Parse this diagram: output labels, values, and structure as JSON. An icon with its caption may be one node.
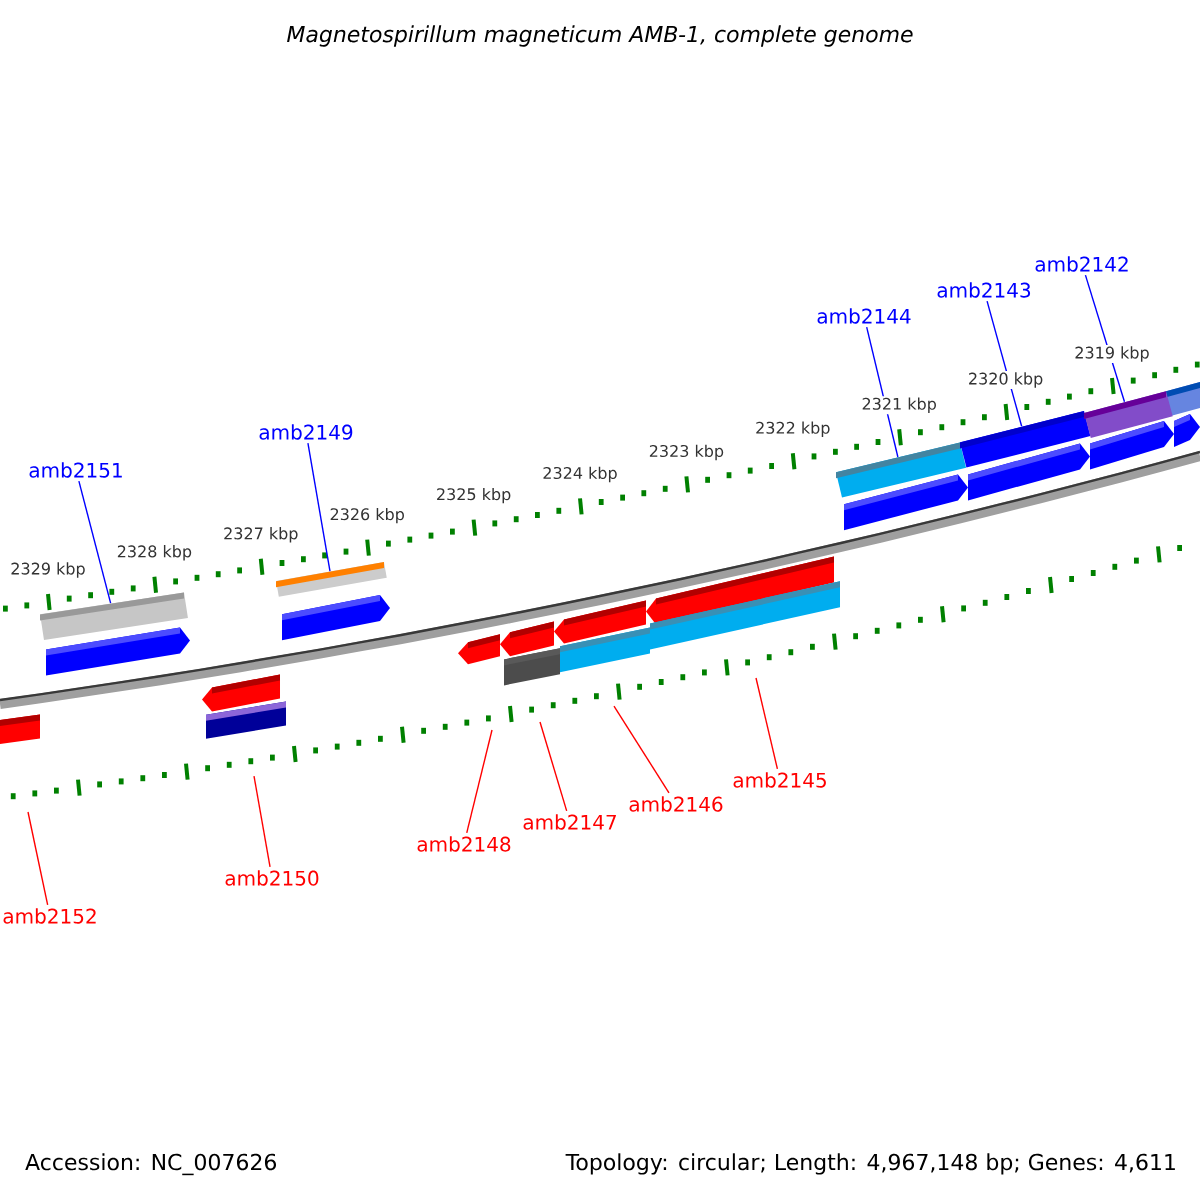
{
  "diagram": {
    "title": "Magnetospirillum magneticum AMB-1, complete genome",
    "nodes": [
      {
        "text": [
          "amb2151"
        ]
      },
      {
        "text": [
          "amb2149"
        ]
      },
      {
        "text": [
          "amb2144"
        ]
      },
      {
        "text": [
          "amb2143"
        ]
      },
      {
        "text": [
          "amb2142"
        ]
      },
      {
        "text": [
          "amb2152"
        ]
      },
      {
        "text": [
          "amb2150"
        ]
      },
      {
        "text": [
          "amb2148"
        ]
      },
      {
        "text": [
          "amb2147"
        ]
      },
      {
        "text": [
          "amb2146"
        ]
      },
      {
        "text": [
          "amb2145"
        ]
      },
      {
        "text": [],
        "shape": "bar"
      },
      {
        "text": [],
        "shape": "bar"
      },
      {
        "text": [],
        "shape": "bar"
      },
      {
        "text": [],
        "shape": "bar"
      },
      {
        "text": [],
        "shape": "bar"
      }
    ],
    "edges": [
      {
        "from": 0,
        "to": 11,
        "arrow": "none",
        "color": "#0000ff"
      },
      {
        "from": 1,
        "to": 12,
        "arrow": "none",
        "color": "#0000ff"
      },
      {
        "from": 2,
        "to": 13,
        "arrow": "none",
        "color": "#0000ff"
      },
      {
        "from": 3,
        "to": 14,
        "arrow": "none",
        "color": "#0000ff"
      },
      {
        "from": 4,
        "to": 15,
        "arrow": "none",
        "color": "#0000ff"
      },
      {
        "from": 5,
        "to": null,
        "arrow": "none"
      },
      {
        "from": 6,
        "to": null,
        "arrow": "none"
      },
      {
        "from": 7,
        "to": null,
        "arrow": "none"
      },
      {
        "from": 8,
        "to": null,
        "arrow": "none"
      },
      {
        "from": 9,
        "to": null,
        "arrow": "none"
      },
      {
        "from": 10,
        "to": null,
        "arrow": "none"
      }
    ],
    "labels": [
      "2329 kbp",
      "2328 kbp",
      "2327 kbp",
      "2326 kbp",
      "2325 kbp",
      "2324 kbp",
      "2323 kbp",
      "2322 kbp",
      "2321 kbp",
      "2320 kbp",
      "2319 kbp",
      "Accession: NC_007626",
      "Topology: circular; Length: 4,967,148 bp; Genes: 4,611"
    ]
  }
}
